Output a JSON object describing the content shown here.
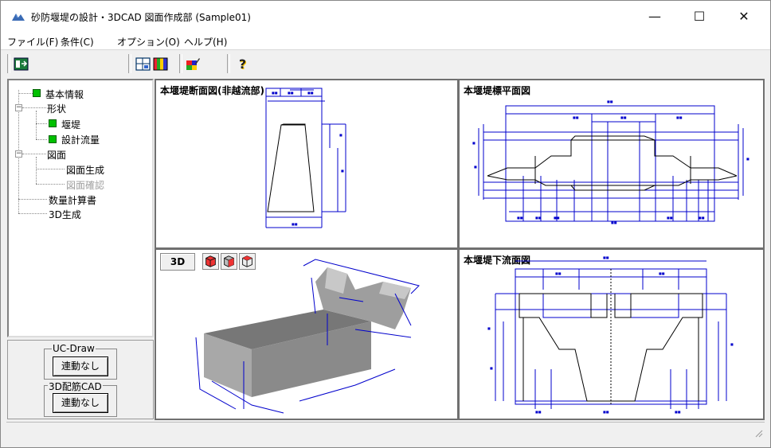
{
  "window": {
    "title": "砂防堰堤の設計・3DCAD 図面作成部 (Sample01)",
    "minimize": "—",
    "maximize": "☐",
    "close": "✕"
  },
  "menu": {
    "items": [
      {
        "label": "ファイル(F)"
      },
      {
        "label": "条件(C)"
      },
      {
        "label": "オプション(O)"
      },
      {
        "label": "ヘルプ(H)"
      }
    ]
  },
  "toolbar": {
    "buttons": [
      {
        "icon": "exit-icon"
      },
      {
        "icon": "layout-icon"
      },
      {
        "icon": "color-table-icon"
      },
      {
        "icon": "paint-icon"
      },
      {
        "icon": "help-icon",
        "glyph": "?"
      }
    ]
  },
  "tree": {
    "items": [
      {
        "label": "基本情報"
      },
      {
        "label": "形状",
        "expander": "−"
      },
      {
        "label": "堰堤"
      },
      {
        "label": "設計流量"
      },
      {
        "label": "図面",
        "expander": "−"
      },
      {
        "label": "図面生成"
      },
      {
        "label": "図面確認"
      },
      {
        "label": "数量計算書"
      },
      {
        "label": "3D生成"
      }
    ]
  },
  "ucdraw": {
    "caption": "UC-Draw",
    "button": "連動なし"
  },
  "cad3d": {
    "caption": "3D配筋CAD",
    "button": "連動なし"
  },
  "views": {
    "section": {
      "title": "本堰堤断面図(非越流部)"
    },
    "plan": {
      "title": "本堰堤標平面図"
    },
    "model": {
      "button_3d": "3D"
    },
    "downstream": {
      "title": "本堰堤下流面図"
    }
  },
  "colors": {
    "drawing_line": "#0000cc",
    "leaf_icon": "#00c000",
    "model_gray": "#9a9a9a"
  }
}
